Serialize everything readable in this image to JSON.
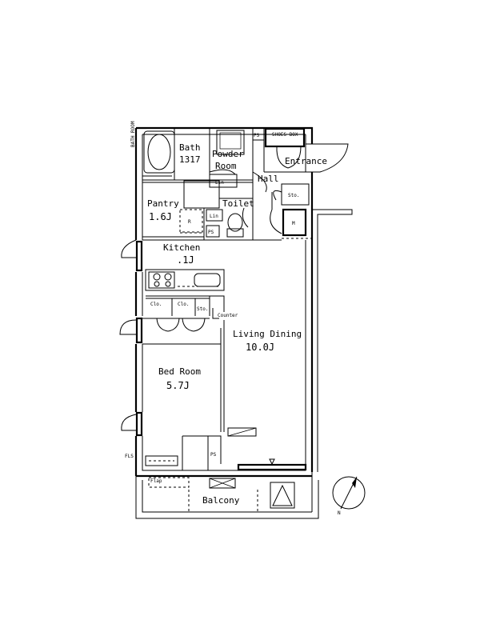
{
  "rooms": {
    "bath": {
      "name": "Bath",
      "size": "1317"
    },
    "powder": {
      "line1": "Powder",
      "line2": "Room"
    },
    "hall": "Hall",
    "entrance": "Entrance",
    "pantry": {
      "name": "Pantry",
      "size": "1.6J"
    },
    "toilet": "Toilet",
    "kitchen": {
      "name": "Kitchen",
      "size": ".1J"
    },
    "living": {
      "name": "Living Dining",
      "size": "10.0J"
    },
    "bed": {
      "name": "Bed Room",
      "size": "5.7J"
    },
    "balcony": "Balcony"
  },
  "fixtures": {
    "lin1": "Lin",
    "lin2": "Lin",
    "ps1": "PS",
    "ps2": "PS",
    "ps3": "PS",
    "sto1": "Sto.",
    "sto2": "Sto.",
    "clo1": "Clo.",
    "clo2": "Clo.",
    "counter": "Counter",
    "fridge": "R",
    "meter": "M",
    "fls": "FLS",
    "shoebox": "SHOES BOX",
    "bath_side": "BATH ROOM",
    "flap": "Flap"
  },
  "compass": {
    "north": "N"
  }
}
